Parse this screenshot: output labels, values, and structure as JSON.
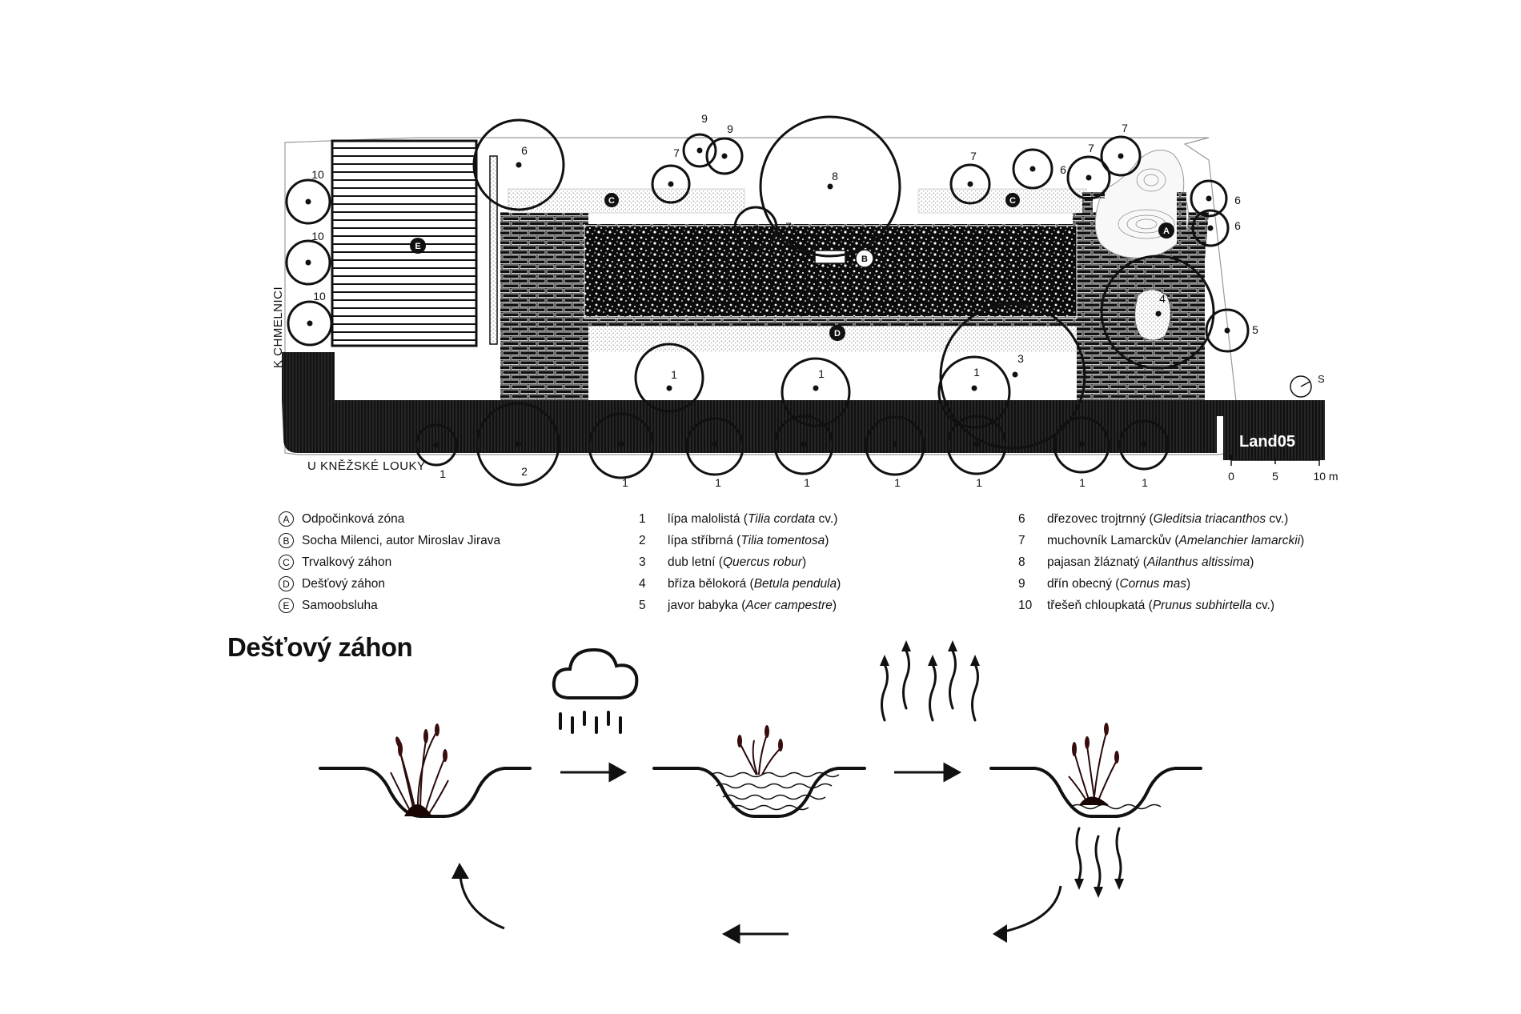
{
  "plan": {
    "street_west": "K CHMELNICI",
    "street_south": "U KNĚŽSKÉ LOUKY",
    "scale_labels": [
      "0",
      "5",
      "10 m"
    ],
    "north_label": "S",
    "brand": "Land05",
    "zone_markers": [
      "A",
      "B",
      "C",
      "D",
      "E"
    ],
    "tree_numbers": [
      "1",
      "2",
      "3",
      "4",
      "5",
      "6",
      "7",
      "8",
      "9",
      "10"
    ]
  },
  "legend_zones": [
    {
      "key": "A",
      "label": "Odpočinková zóna"
    },
    {
      "key": "B",
      "label": "Socha Milenci, autor Miroslav Jirava"
    },
    {
      "key": "C",
      "label": "Trvalkový záhon"
    },
    {
      "key": "D",
      "label": "Dešťový záhon"
    },
    {
      "key": "E",
      "label": "Samoobsluha"
    }
  ],
  "legend_trees_a": [
    {
      "num": "1",
      "common": "lípa malolistá",
      "latin": "Tilia cordata",
      "suffix": " cv."
    },
    {
      "num": "2",
      "common": "lípa stříbrná",
      "latin": "Tilia tomentosa",
      "suffix": ""
    },
    {
      "num": "3",
      "common": "dub letní",
      "latin": "Quercus robur",
      "suffix": ""
    },
    {
      "num": "4",
      "common": "bříza bělokorá",
      "latin": "Betula pendula",
      "suffix": ""
    },
    {
      "num": "5",
      "common": "javor babyka",
      "latin": "Acer campestre",
      "suffix": ""
    }
  ],
  "legend_trees_b": [
    {
      "num": "6",
      "common": "dřezovec trojtrnný",
      "latin": "Gleditsia triacanthos",
      "suffix": " cv."
    },
    {
      "num": "7",
      "common": "muchovník Lamarckův",
      "latin": "Amelanchier lamarckii",
      "suffix": ""
    },
    {
      "num": "8",
      "common": "pajasan žláznatý",
      "latin": "Ailanthus altissima",
      "suffix": ""
    },
    {
      "num": "9",
      "common": "dřín obecný",
      "latin": "Cornus mas",
      "suffix": ""
    },
    {
      "num": "10",
      "common": "třešeň chloupkatá",
      "latin": "Prunus subhirtella",
      "suffix": " cv."
    }
  ],
  "diagram": {
    "title": "Dešťový záhon"
  }
}
